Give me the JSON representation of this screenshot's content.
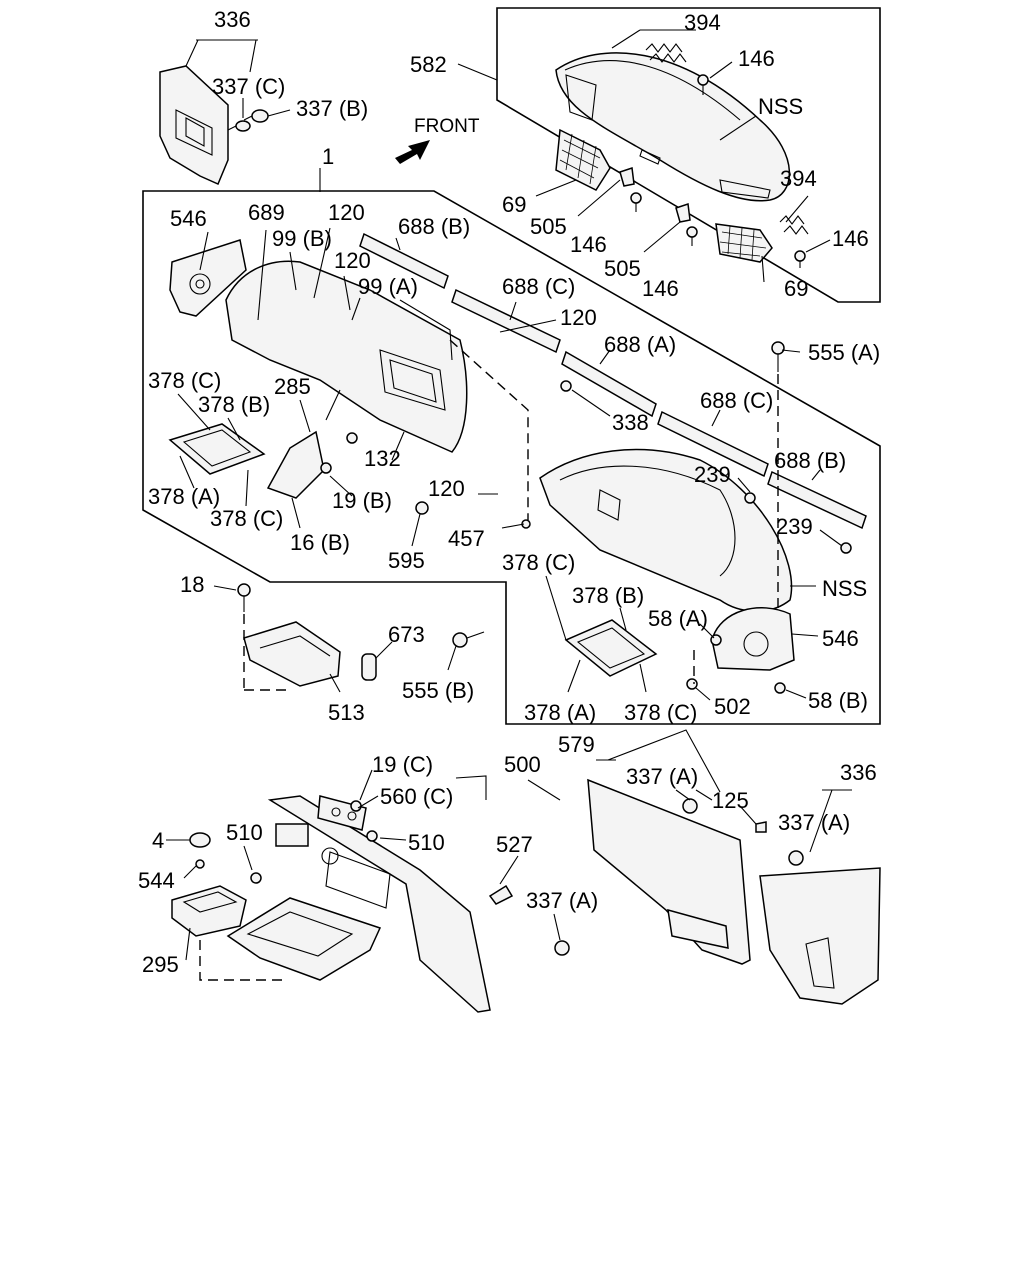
{
  "diagram": {
    "front_label": "FRONT",
    "callouts": [
      "336",
      "337 (C)",
      "337 (B)",
      "582",
      "394",
      "146",
      "NSS",
      "69",
      "505",
      "394",
      "146",
      "505",
      "146",
      "146",
      "69",
      "1",
      "546",
      "689",
      "120",
      "99 (B)",
      "688 (B)",
      "120",
      "99 (A)",
      "688 (C)",
      "120",
      "688 (A)",
      "555 (A)",
      "378 (C)",
      "378 (B)",
      "285",
      "338",
      "688 (C)",
      "132",
      "239",
      "688 (B)",
      "378 (A)",
      "378 (C)",
      "19 (B)",
      "120",
      "16 (B)",
      "457",
      "239",
      "595",
      "378 (C)",
      "NSS",
      "18",
      "378 (B)",
      "58 (A)",
      "546",
      "673",
      "555 (B)",
      "513",
      "378 (A)",
      "378 (C)",
      "502",
      "58 (B)",
      "19 (C)",
      "500",
      "579",
      "560 (C)",
      "337 (A)",
      "336",
      "125",
      "4",
      "510",
      "510",
      "337 (A)",
      "527",
      "544",
      "337 (A)",
      "295"
    ]
  }
}
